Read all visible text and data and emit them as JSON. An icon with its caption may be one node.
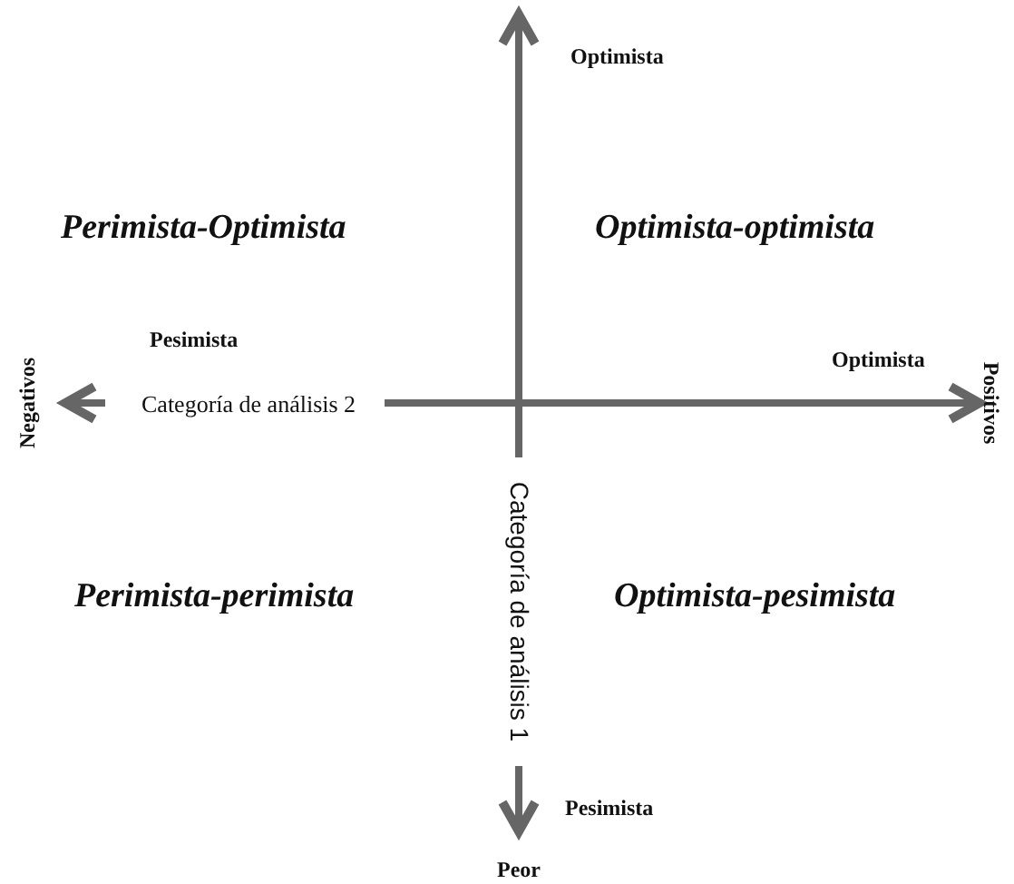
{
  "diagram": {
    "labels": [
      "Optimista",
      "Perimista-Optimista",
      "Optimista-optimista",
      "Pesimista",
      "Negativos",
      "Categoría de análisis 2",
      "Optimista",
      "Positivos",
      "Categoría de análisis 1",
      "Perimista-perimista",
      "Optimista-pesimista",
      "Pesimista",
      "Peor"
    ]
  }
}
